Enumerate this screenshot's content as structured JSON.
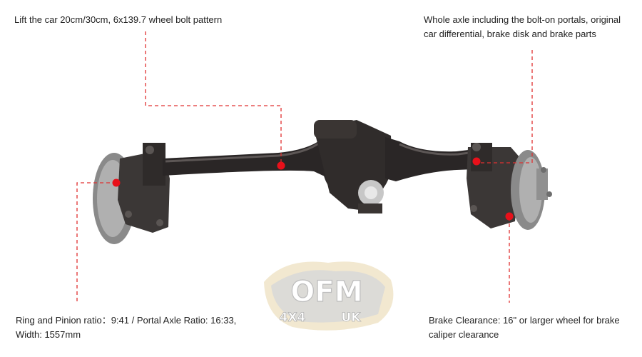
{
  "annotations": {
    "top_left": {
      "text": "Lift the car 20cm/30cm, 6x139.7 wheel bolt pattern"
    },
    "top_right": {
      "lines": [
        "Whole axle including the bolt-on portals, original",
        "car differential, brake disk and brake parts"
      ]
    },
    "bottom_left": {
      "lines": [
        "Ring and Pinion ratio：9:41 / Portal Axle Ratio: 16:33,",
        "Width: 1557mm"
      ]
    },
    "bottom_right": {
      "lines": [
        "Brake Clearance: 16\" or larger wheel for brake",
        "caliper clearance"
      ]
    }
  },
  "watermark": {
    "main": "OFM",
    "sub_left": "4X4",
    "sub_right": "UK"
  },
  "colors": {
    "leader_line": "#e03030",
    "marker_dot": "#e8101a",
    "axle_body": "#2a2626",
    "text": "#222222"
  }
}
